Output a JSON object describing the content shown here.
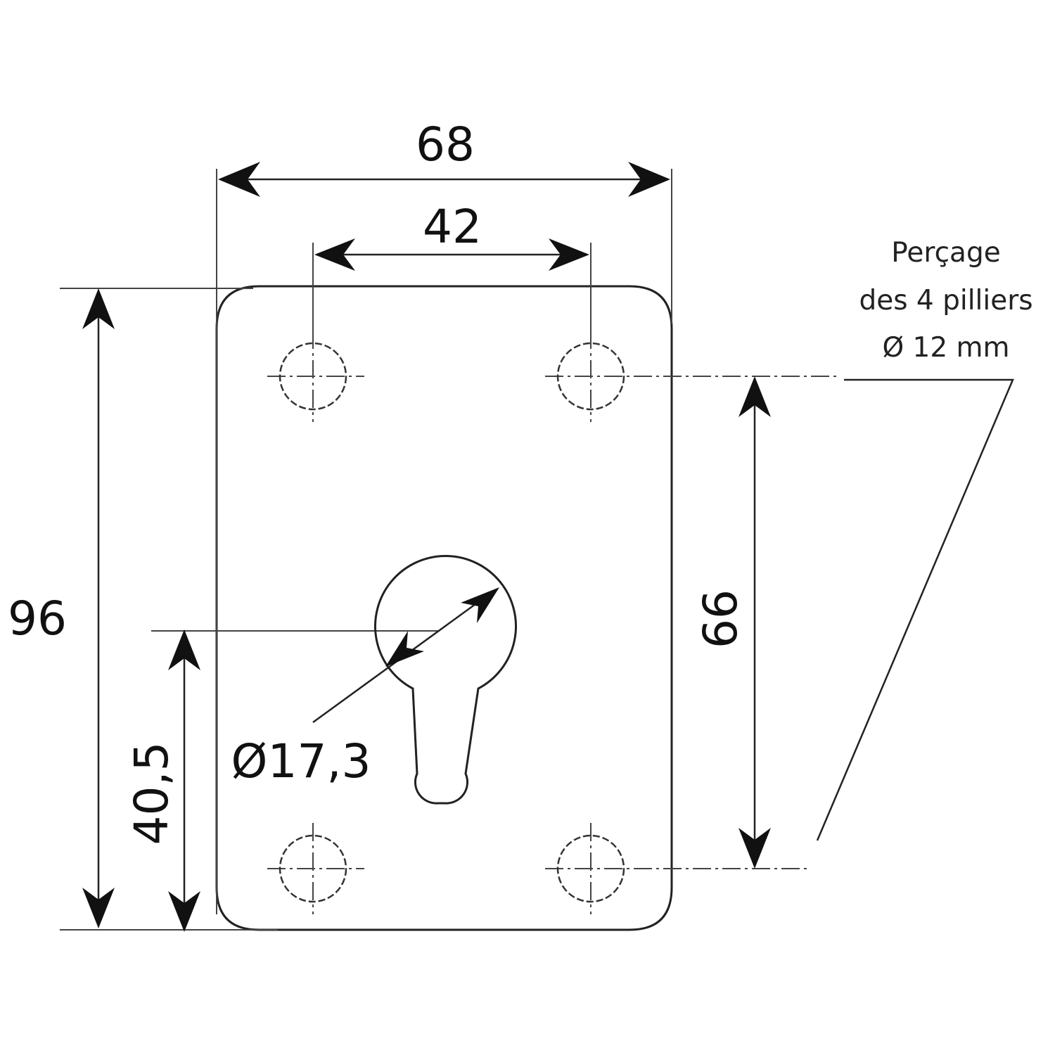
{
  "drawing": {
    "dimensions": {
      "overall_width": "68",
      "hole_spacing_width": "42",
      "overall_height": "96",
      "hole_spacing_height": "66",
      "keyhole_center_height": "40,5",
      "keyhole_diameter": "Ø17,3"
    },
    "note": {
      "line1": "Perçage",
      "line2": "des 4 pilliers",
      "line3": "Ø 12 mm"
    }
  }
}
